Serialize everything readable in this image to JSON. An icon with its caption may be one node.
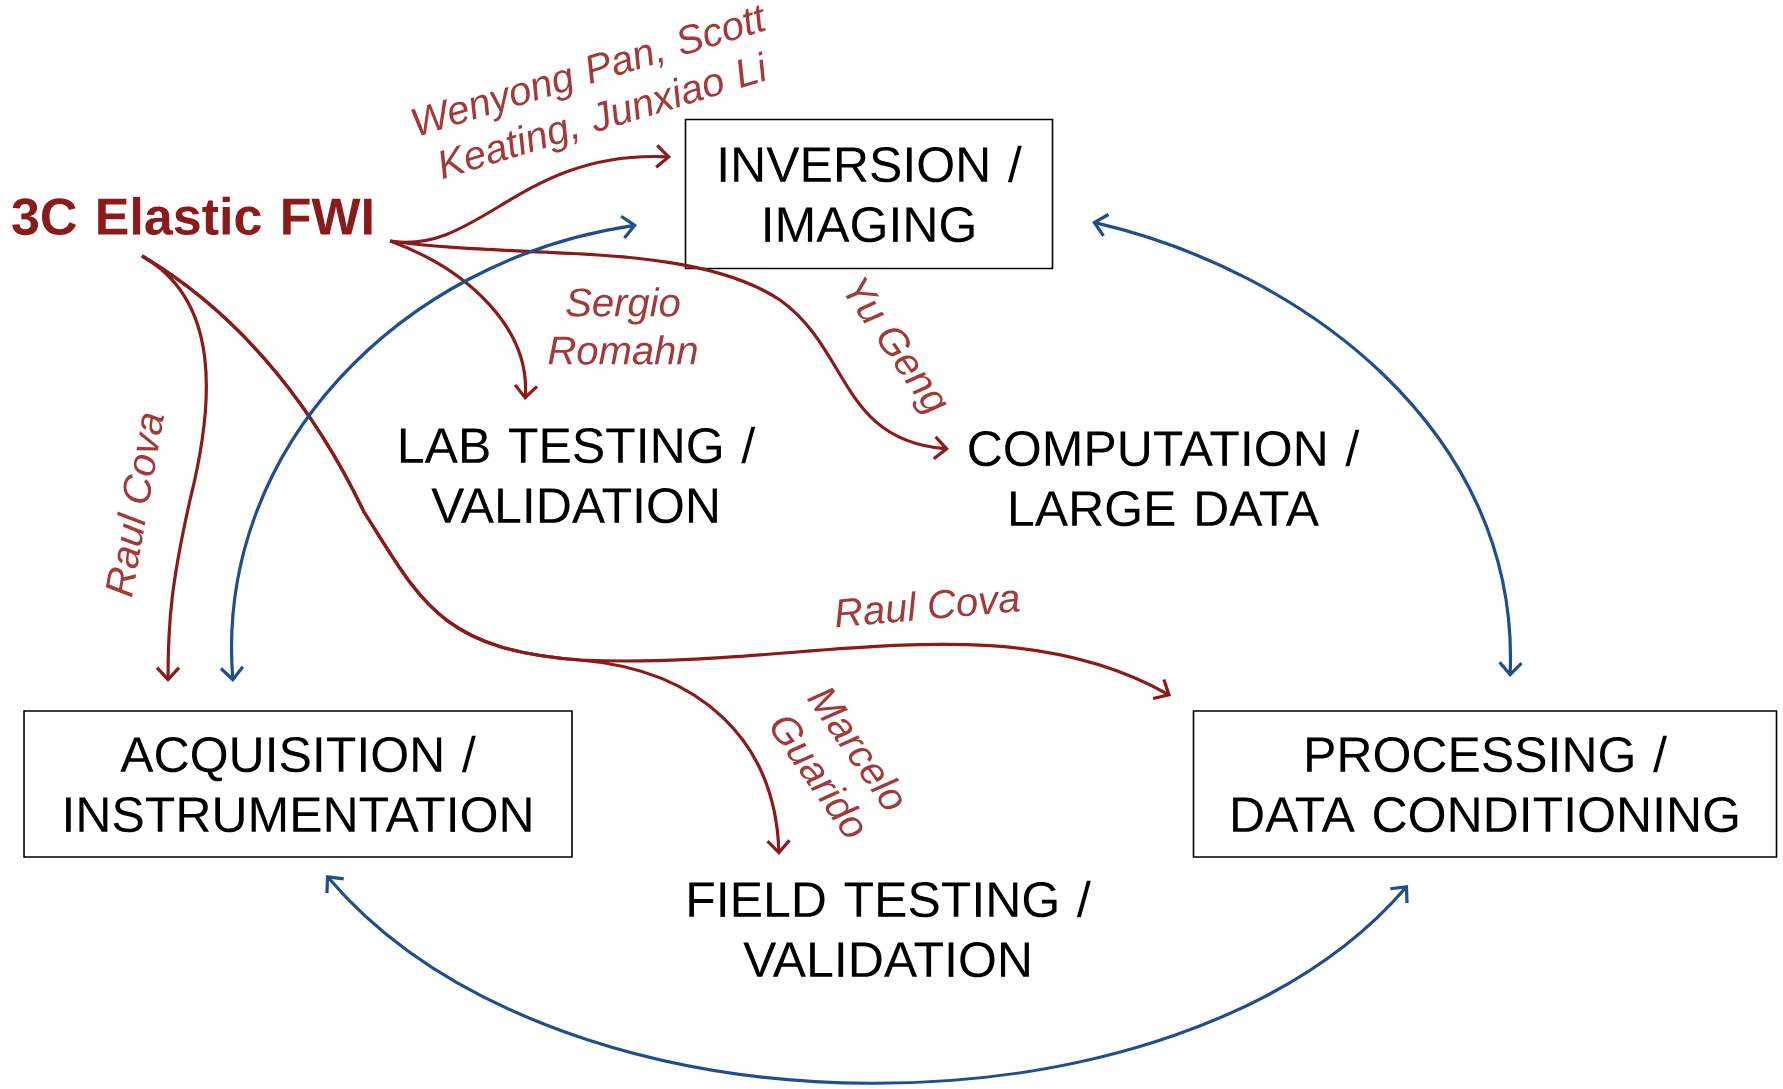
{
  "diagram": {
    "nodes": [
      {
        "text": [
          "3C Elastic FWI"
        ]
      },
      {
        "text": [
          "INVERSION / IMAGING"
        ]
      },
      {
        "text": [
          "LAB TESTING / VALIDATION"
        ]
      },
      {
        "text": [
          "COMPUTATION / LARGE DATA"
        ]
      },
      {
        "text": [
          "ACQUISITION / INSTRUMENTATION"
        ]
      },
      {
        "text": [
          "PROCESSING / DATA CONDITIONING"
        ]
      },
      {
        "text": [
          "FIELD TESTING / VALIDATION"
        ]
      }
    ],
    "edges": [
      {
        "from": 0,
        "to": 1,
        "arrow": "to",
        "label": "Wenyong Pan, Scott Keating, Junxiao Li"
      },
      {
        "from": 0,
        "to": 2,
        "arrow": "to",
        "label": "Sergio Romahn"
      },
      {
        "from": 0,
        "to": 3,
        "arrow": "to",
        "label": "Yu Geng"
      },
      {
        "from": 0,
        "to": 4,
        "arrow": "to",
        "label": "Raul Cova"
      },
      {
        "from": 0,
        "to": 5,
        "arrow": "to",
        "label": "Raul Cova"
      },
      {
        "from": 0,
        "to": 6,
        "arrow": "to",
        "label": "Marcelo Guarido"
      },
      {
        "from": 4,
        "to": 1,
        "arrow": "both",
        "color": "#1f4e8c"
      },
      {
        "from": 1,
        "to": 5,
        "arrow": "both",
        "color": "#1f4e8c"
      },
      {
        "from": 4,
        "to": 5,
        "arrow": "both",
        "color": "#1f4e8c"
      }
    ]
  }
}
